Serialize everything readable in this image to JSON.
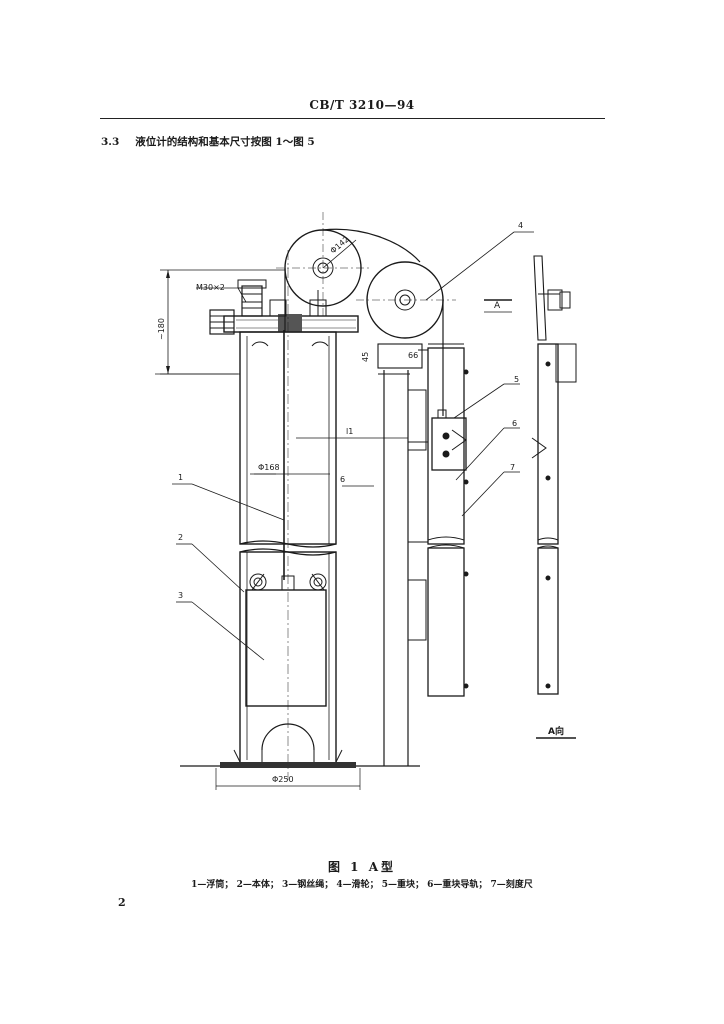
{
  "header": {
    "standard": "CB/T 3210—94"
  },
  "section": {
    "number": "3.3",
    "title": "液位计的结构和基本尺寸按图 1～图 5"
  },
  "figure": {
    "dims": {
      "thread": "M30×2",
      "height": "~180",
      "pulley_dia": "Φ142",
      "d45": "45",
      "d66": "66",
      "l1": "l1",
      "body_dia": "Φ168",
      "base_dia": "Φ250"
    },
    "callouts": [
      "1",
      "2",
      "3",
      "4",
      "5",
      "6",
      "6",
      "7"
    ],
    "view_label": "A",
    "view_caption": "A向"
  },
  "caption": {
    "title": "图 1  A型",
    "legend": "1—浮筒；  2—本体；  3—钢丝绳；  4—滑轮；  5—重块；  6—重块导轨；  7—刻度尺"
  },
  "page_number": "2"
}
